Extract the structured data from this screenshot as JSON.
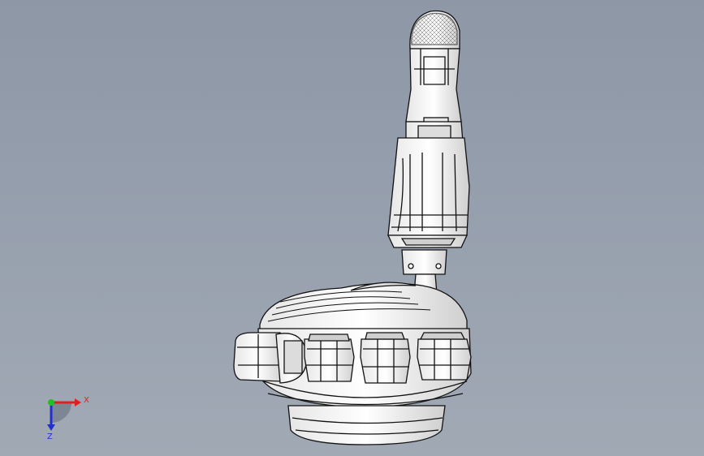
{
  "viewport": {
    "background_color": "#8f99a8",
    "model_fill": "#f4f4f4",
    "model_shade": "#cfcfcf",
    "edge_color": "#111111"
  },
  "triad": {
    "x_label": "X",
    "z_label": "Z",
    "x_color": "#e02020",
    "y_color": "#20c020",
    "z_color": "#2030d0"
  },
  "model": {
    "parts": [
      "palm",
      "thumb",
      "finger-1",
      "finger-2",
      "finger-3",
      "finger-4"
    ]
  }
}
